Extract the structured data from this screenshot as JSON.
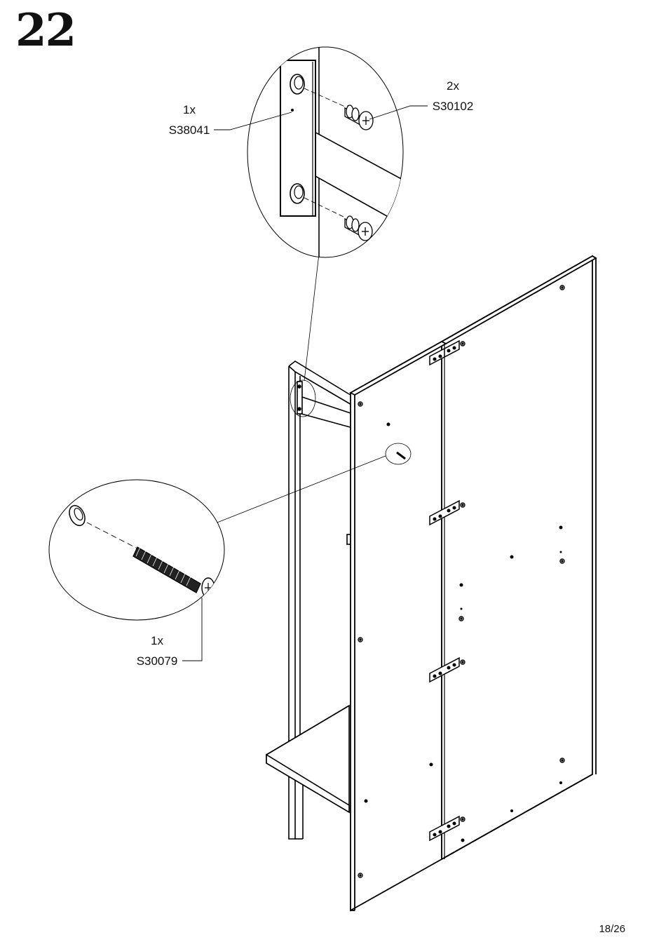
{
  "step": {
    "number": "22"
  },
  "callouts": {
    "bracket": {
      "qty": "1x",
      "code": "S38041"
    },
    "screws": {
      "qty": "2x",
      "code": "S30102"
    },
    "bolt": {
      "qty": "1x",
      "code": "S30079"
    }
  },
  "footer": {
    "page": "18/26"
  }
}
